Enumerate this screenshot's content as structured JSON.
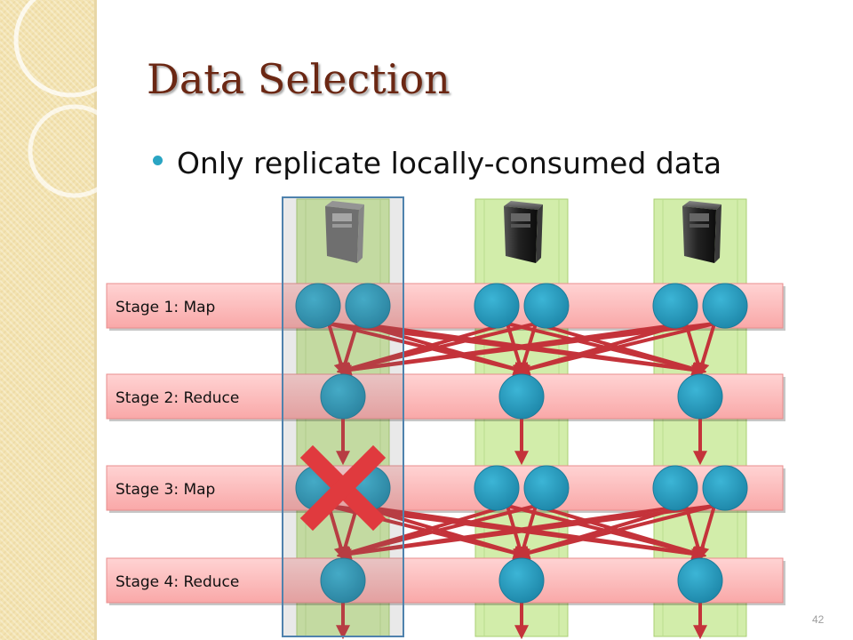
{
  "slide": {
    "title": "Data Selection",
    "bullet": "Only replicate locally-consumed data",
    "slide_number": "42"
  },
  "diagram": {
    "columns": [
      {
        "id": "machine-1",
        "selected": true
      },
      {
        "id": "machine-2",
        "selected": false
      },
      {
        "id": "machine-3",
        "selected": false
      }
    ],
    "stages": [
      {
        "label": "Stage 1: Map",
        "type": "map"
      },
      {
        "label": "Stage 2: Reduce",
        "type": "reduce"
      },
      {
        "label": "Stage 3: Map",
        "type": "map"
      },
      {
        "label": "Stage 4: Reduce",
        "type": "reduce"
      }
    ],
    "failed_node": {
      "stage": 3,
      "column": 1
    },
    "colors": {
      "stage_band": "#fcb8b8",
      "column_bg": "#d2edaa",
      "node": "#2a9fc1",
      "arrow": "#c4333a",
      "cross": "#e03a3e",
      "highlight_border": "#4f82ad"
    }
  }
}
